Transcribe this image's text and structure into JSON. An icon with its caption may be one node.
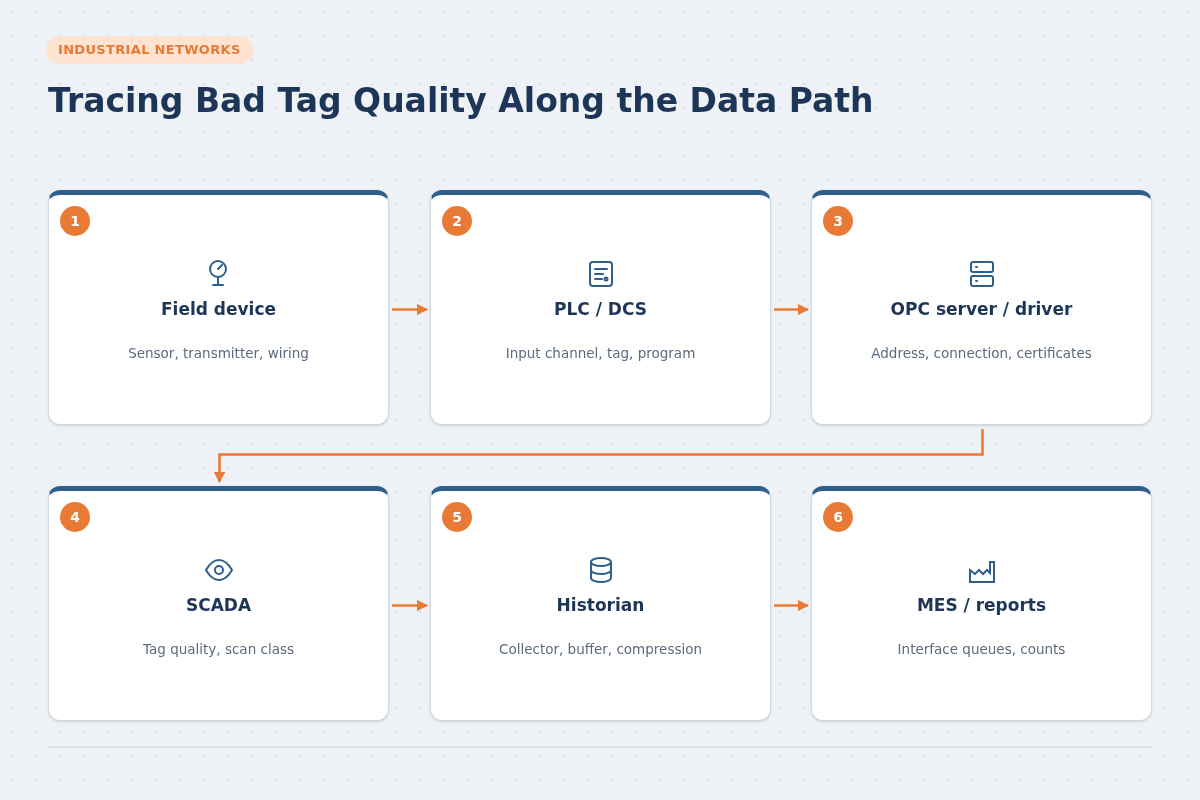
{
  "diagram": {
    "title": "Tracing Bad Tag Quality Along the Data Path",
    "nodes": [
      {
        "text": [
          "Field device",
          "Sensor, transmitter, wiring"
        ]
      },
      {
        "text": [
          "1"
        ],
        "in": 0
      },
      {
        "text": [
          "PLC / DCS",
          "Input channel, tag, program"
        ]
      },
      {
        "text": [
          "2"
        ],
        "in": 2
      },
      {
        "text": [
          "OPC server / driver",
          "Address, connection, certificates"
        ]
      },
      {
        "text": [
          "3"
        ],
        "in": 4
      },
      {
        "text": [
          "SCADA",
          "Tag quality, scan class"
        ]
      },
      {
        "text": [
          "4"
        ],
        "in": 6
      },
      {
        "text": [
          "Historian",
          "Collector, buffer, compression"
        ]
      },
      {
        "text": [
          "5"
        ],
        "in": 8
      },
      {
        "text": [
          "MES / reports",
          "Interface queues, counts"
        ]
      },
      {
        "text": [
          "6"
        ],
        "in": 10
      }
    ],
    "edges": [
      {
        "from": 0,
        "to": 2,
        "arrow": "to"
      },
      {
        "from": 2,
        "to": 4,
        "arrow": "to"
      },
      {
        "from": 4,
        "to": 6,
        "arrow": "to"
      },
      {
        "from": 6,
        "to": 8,
        "arrow": "to"
      },
      {
        "from": 8,
        "to": 10,
        "arrow": "to"
      }
    ],
    "labels": [
      "INDUSTRIAL NETWORKS"
    ]
  }
}
